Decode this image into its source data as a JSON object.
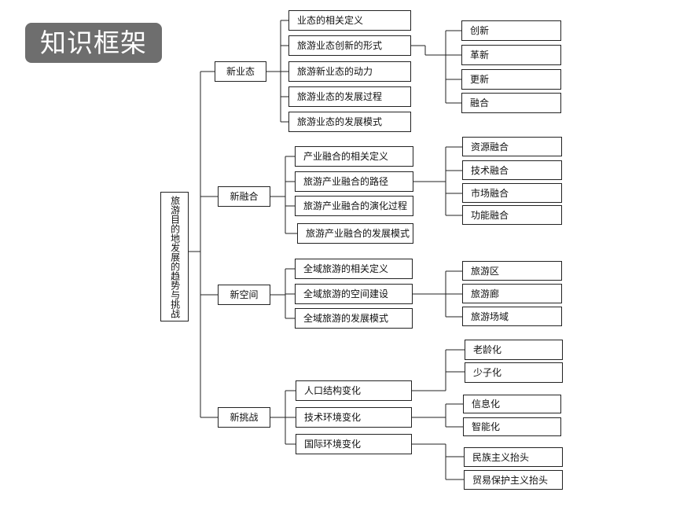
{
  "header": {
    "title": "知识框架"
  },
  "root": "旅游目的地发展的趋势与挑战",
  "branches": [
    {
      "label": "新业态",
      "items": [
        {
          "label": "业态的相关定义",
          "children": []
        },
        {
          "label": "旅游业态创新的形式",
          "children": [
            "创新",
            "革新",
            "更新",
            "融合"
          ]
        },
        {
          "label": "旅游新业态的动力",
          "children": []
        },
        {
          "label": "旅游业态的发展过程",
          "children": []
        },
        {
          "label": "旅游业态的发展模式",
          "children": []
        }
      ]
    },
    {
      "label": "新融合",
      "items": [
        {
          "label": "产业融合的相关定义",
          "children": []
        },
        {
          "label": "旅游产业融合的路径",
          "children": [
            "资源融合",
            "技术融合",
            "市场融合",
            "功能融合"
          ]
        },
        {
          "label": "旅游产业融合的演化过程",
          "children": []
        },
        {
          "label": "旅游产业融合的发展模式",
          "children": []
        }
      ]
    },
    {
      "label": "新空间",
      "items": [
        {
          "label": "全域旅游的相关定义",
          "children": []
        },
        {
          "label": "全域旅游的空间建设",
          "children": [
            "旅游区",
            "旅游廊",
            "旅游场域"
          ]
        },
        {
          "label": "全域旅游的发展模式",
          "children": []
        }
      ]
    },
    {
      "label": "新挑战",
      "items": [
        {
          "label": "人口结构变化",
          "children": [
            "老龄化",
            "少子化"
          ]
        },
        {
          "label": "技术环境变化",
          "children": [
            "信息化",
            "智能化"
          ]
        },
        {
          "label": "国际环境变化",
          "children": [
            "民族主义抬头",
            "贸易保护主义抬头"
          ]
        }
      ]
    }
  ]
}
